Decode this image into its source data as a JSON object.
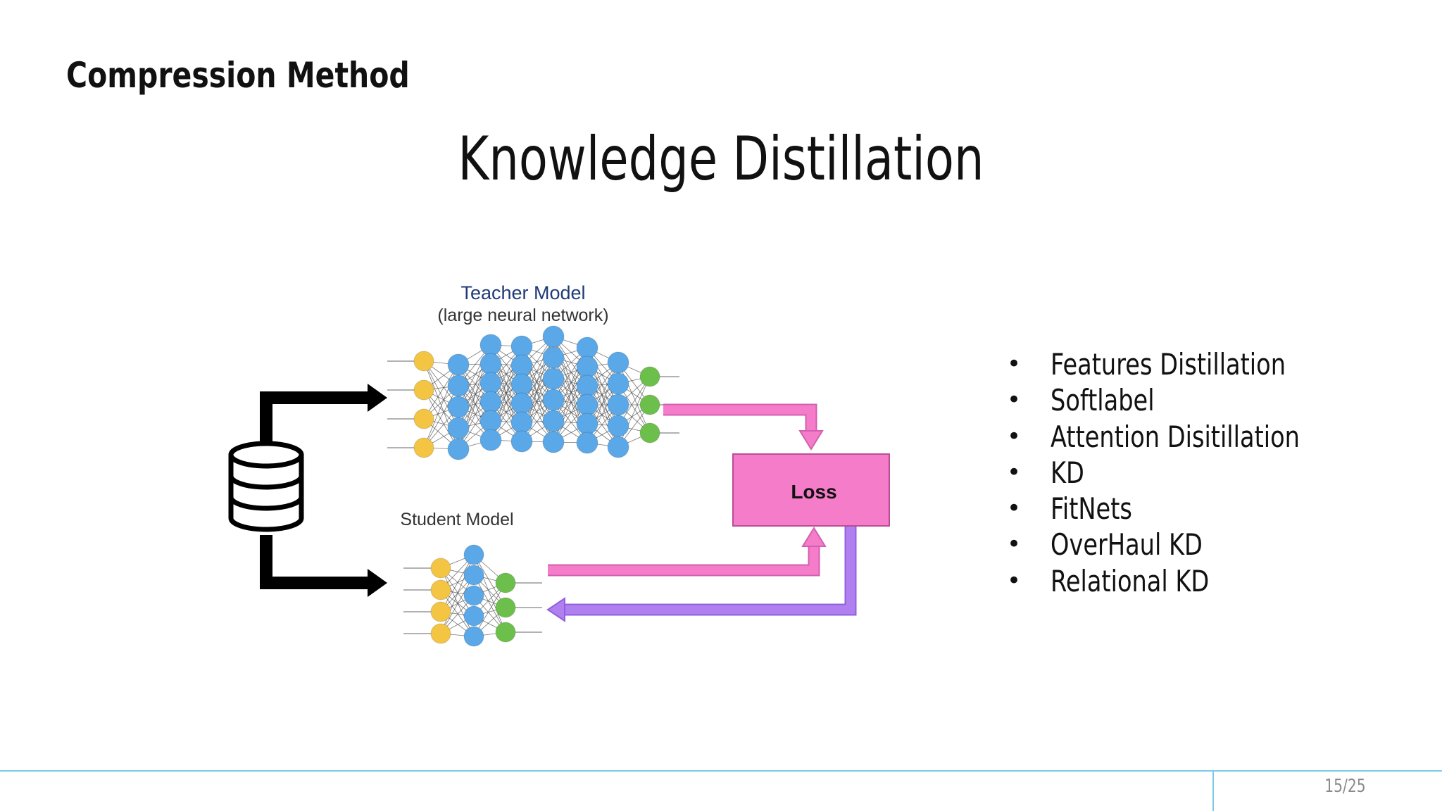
{
  "slide": {
    "section_title": "Compression Method",
    "title": "Knowledge Distillation",
    "page_number": "15/25"
  },
  "figure": {
    "teacher_title": "Teacher Model",
    "teacher_subtitle": "(large neural network)",
    "student_title": "Student Model",
    "loss_label": "Loss",
    "colors": {
      "input_node": "#f4c542",
      "hidden_node": "#5aa8e8",
      "output_node": "#6dbf4b",
      "forward_arrow": "#f47cc9",
      "feedback_arrow": "#b07ff0",
      "loss_box": "#f47cc9",
      "data_arrow": "#000000",
      "teacher_title_color": "#1f3a78"
    },
    "icons": [
      "database-icon"
    ]
  },
  "bullets": [
    "Features Distillation",
    "Softlabel",
    "Attention Disitillation",
    "KD",
    "FitNets",
    "OverHaul KD",
    "Relational KD"
  ]
}
